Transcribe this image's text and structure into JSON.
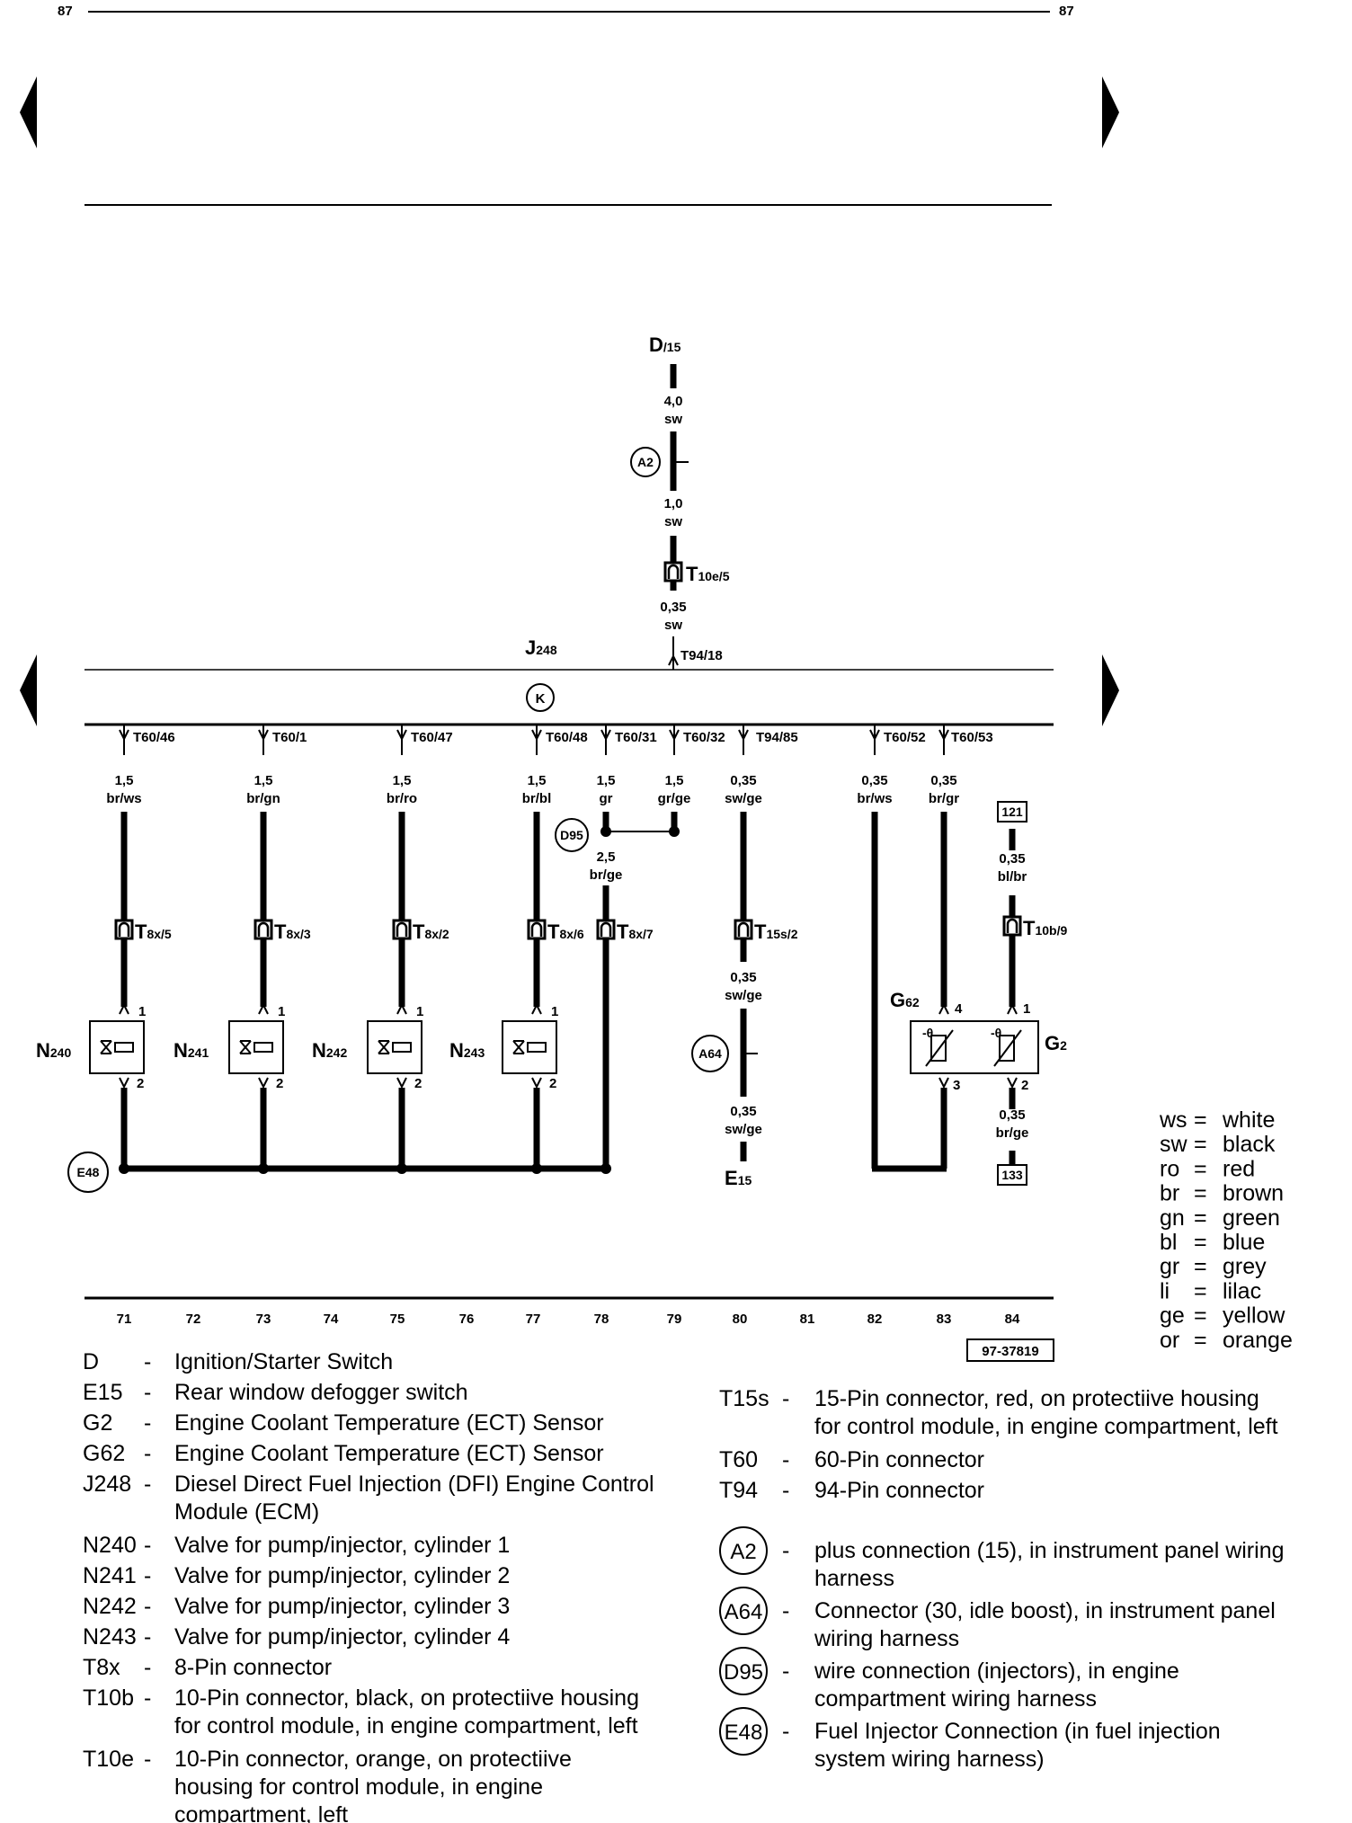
{
  "page": {
    "number_left": "87",
    "number_right": "87",
    "ref": "97-37819"
  },
  "wires": {
    "d15": {
      "a": "4,0",
      "b": "sw"
    },
    "a2_t10": {
      "a": "1,0",
      "b": "sw"
    },
    "t10_j": {
      "a": "0,35",
      "b": "sw"
    },
    "w71": {
      "a": "1,5",
      "b": "br/ws"
    },
    "w73": {
      "a": "1,5",
      "b": "br/gn"
    },
    "w75": {
      "a": "1,5",
      "b": "br/ro"
    },
    "w77": {
      "a": "1,5",
      "b": "br/bl"
    },
    "w78": {
      "a": "1,5",
      "b": "gr"
    },
    "w79": {
      "a": "1,5",
      "b": "gr/ge"
    },
    "w80": {
      "a": "0,35",
      "b": "sw/ge"
    },
    "w82": {
      "a": "0,35",
      "b": "br/ws"
    },
    "w83": {
      "a": "0,35",
      "b": "br/gr"
    },
    "w78b": {
      "a": "2,5",
      "b": "br/ge"
    },
    "w84a": {
      "a": "0,35",
      "b": "bl/br"
    },
    "w80b": {
      "a": "0,35",
      "b": "sw/ge"
    },
    "w80c": {
      "a": "0,35",
      "b": "sw/ge"
    },
    "w84b": {
      "a": "0,35",
      "b": "br/ge"
    }
  },
  "pins": {
    "p71": "T60/46",
    "p73": "T60/1",
    "p75": "T60/47",
    "p77": "T60/48",
    "p78": "T60/31",
    "p79": "T60/32",
    "p80": "T94/85",
    "p82": "T60/52",
    "p83": "T60/53",
    "p_t94": "T94/18"
  },
  "connectors": {
    "t10e": {
      "main": "T",
      "sub": "10e/5"
    },
    "t8x5": {
      "main": "T",
      "sub": "8x/5"
    },
    "t8x3": {
      "main": "T",
      "sub": "8x/3"
    },
    "t8x2": {
      "main": "T",
      "sub": "8x/2"
    },
    "t8x6": {
      "main": "T",
      "sub": "8x/6"
    },
    "t8x7": {
      "main": "T",
      "sub": "8x/7"
    },
    "t15s": {
      "main": "T",
      "sub": "15s/2"
    },
    "t10b": {
      "main": "T",
      "sub": "10b/9"
    }
  },
  "components": {
    "d": {
      "main": "D",
      "sub": "/15"
    },
    "j248": {
      "main": "J",
      "sub": "248"
    },
    "k": "K",
    "n240": {
      "main": "N",
      "sub": "240"
    },
    "n241": {
      "main": "N",
      "sub": "241"
    },
    "n242": {
      "main": "N",
      "sub": "242"
    },
    "n243": {
      "main": "N",
      "sub": "243"
    },
    "g62": {
      "main": "G",
      "sub": "62"
    },
    "g2": {
      "main": "G",
      "sub": "2"
    },
    "e15": {
      "main": "E",
      "sub": "15"
    }
  },
  "ground_points": {
    "a2": "A2",
    "a64": "A64",
    "d95": "D95",
    "e48": "E48"
  },
  "boxes": {
    "b121": "121",
    "b133": "133"
  },
  "pin_numbers": {
    "one": "1",
    "two": "2",
    "three": "3",
    "four": "4"
  },
  "track_numbers": [
    "71",
    "72",
    "73",
    "74",
    "75",
    "76",
    "77",
    "78",
    "79",
    "80",
    "81",
    "82",
    "83",
    "84"
  ],
  "color_codes": [
    {
      "code": "ws",
      "name": "white"
    },
    {
      "code": "sw",
      "name": "black"
    },
    {
      "code": "ro",
      "name": "red"
    },
    {
      "code": "br",
      "name": "brown"
    },
    {
      "code": "gn",
      "name": "green"
    },
    {
      "code": "bl",
      "name": "blue"
    },
    {
      "code": "gr",
      "name": "grey"
    },
    {
      "code": "li",
      "name": "lilac"
    },
    {
      "code": "ge",
      "name": "yellow"
    },
    {
      "code": "or",
      "name": "orange"
    }
  ],
  "legend_left": [
    {
      "code": "D",
      "lines": [
        "Ignition/Starter Switch"
      ]
    },
    {
      "code": "E15",
      "lines": [
        "Rear window defogger switch"
      ]
    },
    {
      "code": "G2",
      "lines": [
        "Engine Coolant Temperature (ECT) Sensor"
      ]
    },
    {
      "code": "G62",
      "lines": [
        "Engine Coolant Temperature (ECT) Sensor"
      ]
    },
    {
      "code": "J248",
      "lines": [
        "Diesel Direct Fuel Injection (DFI) Engine Control",
        "Module (ECM)"
      ]
    },
    {
      "code": "N240",
      "lines": [
        "Valve for pump/injector, cylinder 1"
      ]
    },
    {
      "code": "N241",
      "lines": [
        "Valve for pump/injector, cylinder 2"
      ]
    },
    {
      "code": "N242",
      "lines": [
        "Valve for pump/injector, cylinder 3"
      ]
    },
    {
      "code": "N243",
      "lines": [
        "Valve for pump/injector, cylinder 4"
      ]
    },
    {
      "code": "T8x",
      "lines": [
        "8-Pin connector"
      ]
    },
    {
      "code": "T10b",
      "lines": [
        "10-Pin connector, black, on protectiive housing",
        "for control module, in engine compartment, left"
      ]
    },
    {
      "code": "T10e",
      "lines": [
        "10-Pin connector, orange, on protectiive",
        "housing for control module, in engine",
        "compartment, left"
      ]
    }
  ],
  "legend_right": [
    {
      "code": "T15s",
      "lines": [
        "15-Pin connector, red, on protectiive housing",
        "for control module, in engine compartment, left"
      ]
    },
    {
      "code": "T60",
      "lines": [
        "60-Pin connector"
      ]
    },
    {
      "code": "T94",
      "lines": [
        "94-Pin connector"
      ]
    }
  ],
  "legend_circles": [
    {
      "code": "A2",
      "lines": [
        "plus connection (15), in instrument panel wiring",
        "harness"
      ]
    },
    {
      "code": "A64",
      "lines": [
        "Connector (30, idle boost), in instrument panel",
        "wiring harness"
      ]
    },
    {
      "code": "D95",
      "lines": [
        "wire connection (injectors), in engine",
        "compartment wiring harness"
      ]
    },
    {
      "code": "E48",
      "lines": [
        "Fuel Injector Connection (in fuel injection",
        "system wiring harness)"
      ]
    }
  ]
}
